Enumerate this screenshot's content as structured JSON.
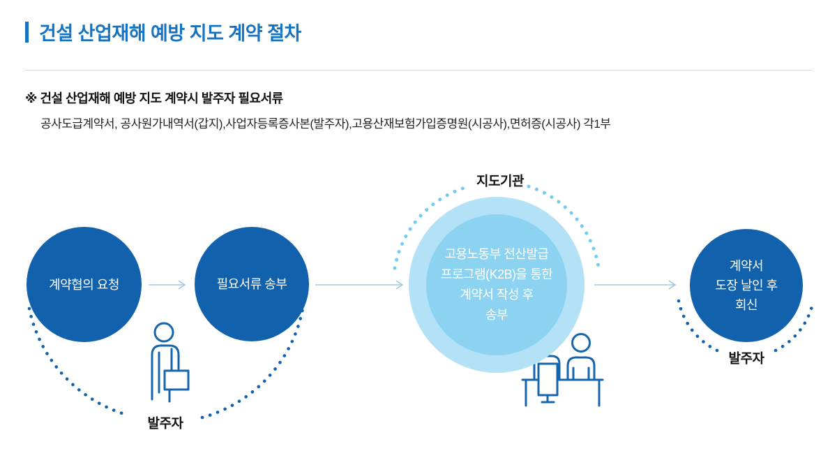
{
  "header": {
    "title": "건설 산업재해 예방 지도 계약 절차"
  },
  "notice": {
    "heading": "※ 건설 산업재해 예방 지도 계약시 발주자 필요서류",
    "body": "공사도급계약서, 공사원가내역서(갑지),사업자등록증사본(발주자),고용산재보험가입증명원(시공사),면허증(시공사) 각1부"
  },
  "flow": {
    "steps": [
      {
        "label": "계약협의 요청"
      },
      {
        "label": "필요서류 송부"
      },
      {
        "label": "고용노동부 전산발급\n프로그램(K2B)을 통한\n계약서 작성 후\n송부"
      },
      {
        "label": "계약서\n도장 날인 후\n회신"
      }
    ],
    "labels": {
      "agency": "지도기관",
      "owner_left": "발주자",
      "owner_right": "발주자"
    },
    "icons": [
      "owner-person-icon",
      "agency-staff-desk-icon"
    ]
  },
  "colors": {
    "title_blue": "#1673c1",
    "circle_blue": "#1161ac",
    "bubble_outer": "#b3e2f7",
    "bubble_inner": "#8cd3f2",
    "light_dot": "#74cbf0",
    "dark_dot": "#1161ac",
    "arrow": "#a3c6e2",
    "icon_stroke": "#1565ad",
    "divider": "#dcdcdc"
  }
}
